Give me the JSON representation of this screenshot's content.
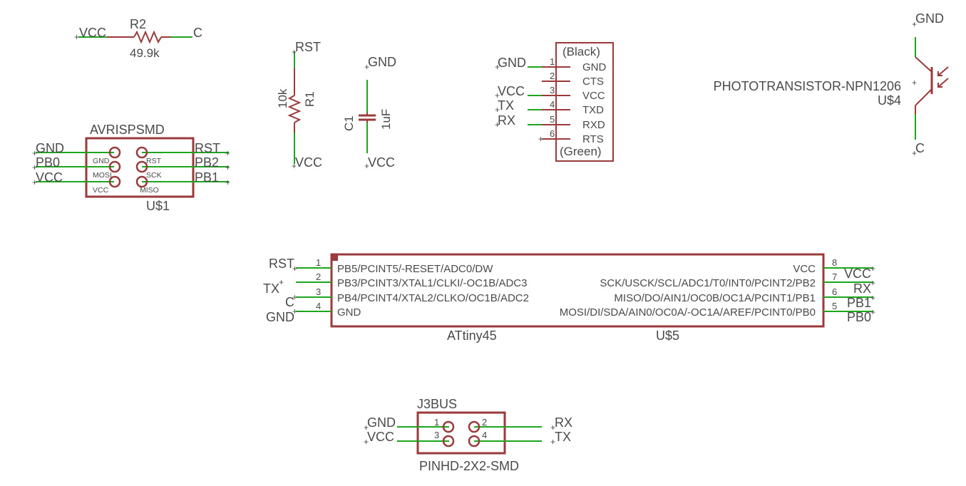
{
  "r2": {
    "name": "R2",
    "value": "49.9k",
    "left_net": "VCC",
    "right_net": "C"
  },
  "r1": {
    "name": "R1",
    "value": "10k",
    "top_net": "RST",
    "bottom_net": "VCC"
  },
  "c1": {
    "name": "C1",
    "value": "1uF",
    "top_net": "GND",
    "bottom_net": "VCC"
  },
  "ftdi": {
    "top_label": "(Black)",
    "bottom_label": "(Green)",
    "pins": [
      {
        "num": "1",
        "name": "GND",
        "net": "GND"
      },
      {
        "num": "2",
        "name": "CTS",
        "net": ""
      },
      {
        "num": "3",
        "name": "VCC",
        "net": "VCC"
      },
      {
        "num": "4",
        "name": "TXD",
        "net": "TX"
      },
      {
        "num": "5",
        "name": "RXD",
        "net": "RX"
      },
      {
        "num": "6",
        "name": "RTS",
        "net": ""
      }
    ]
  },
  "u4": {
    "part": "PHOTOTRANSISTOR-NPN1206",
    "name": "U$4",
    "top_net": "GND",
    "bottom_net": "C"
  },
  "u1": {
    "part": "AVRISPSMD",
    "name": "U$1",
    "left_nets": [
      "GND",
      "PB0",
      "VCC"
    ],
    "right_nets": [
      "RST",
      "PB2",
      "PB1"
    ],
    "left_pins": [
      "GND",
      "MOSI",
      "VCC"
    ],
    "right_pins": [
      "RST",
      "SCK",
      "MISO"
    ]
  },
  "u5": {
    "part": "ATtiny45",
    "name": "U$5",
    "left": [
      {
        "num": "1",
        "name": "PB5/PCINT5/-RESET/ADC0/DW",
        "net": "RST"
      },
      {
        "num": "2",
        "name": "PB3/PCINT3/XTAL1/CLKI/-OC1B/ADC3",
        "net": "TX"
      },
      {
        "num": "3",
        "name": "PB4/PCINT4/XTAL2/CLKO/OC1B/ADC2",
        "net": "C"
      },
      {
        "num": "4",
        "name": "GND",
        "net": "GND"
      }
    ],
    "right": [
      {
        "num": "8",
        "name": "VCC",
        "net": "VCC"
      },
      {
        "num": "7",
        "name": "SCK/USCK/SCL/ADC1/T0/INT0/PCINT2/PB2",
        "net": "RX"
      },
      {
        "num": "6",
        "name": "MISO/DO/AIN1/OC0B/OC1A/PCINT1/PB1",
        "net": "PB1"
      },
      {
        "num": "5",
        "name": "MOSI/DI/SDA/AIN0/OC0A/-OC1A/AREF/PCINT0/PB0",
        "net": "PB0"
      }
    ]
  },
  "j3": {
    "part": "J3BUS",
    "name": "PINHD-2X2-SMD",
    "left_nets": [
      "GND",
      "VCC"
    ],
    "right_nets": [
      "RX",
      "TX"
    ],
    "pin_nums": [
      "1",
      "2",
      "3",
      "4"
    ]
  },
  "colors": {
    "wire": "#1ea51e",
    "body": "#9a3a3a",
    "text": "#4a4a4a",
    "background": "#ffffff"
  }
}
